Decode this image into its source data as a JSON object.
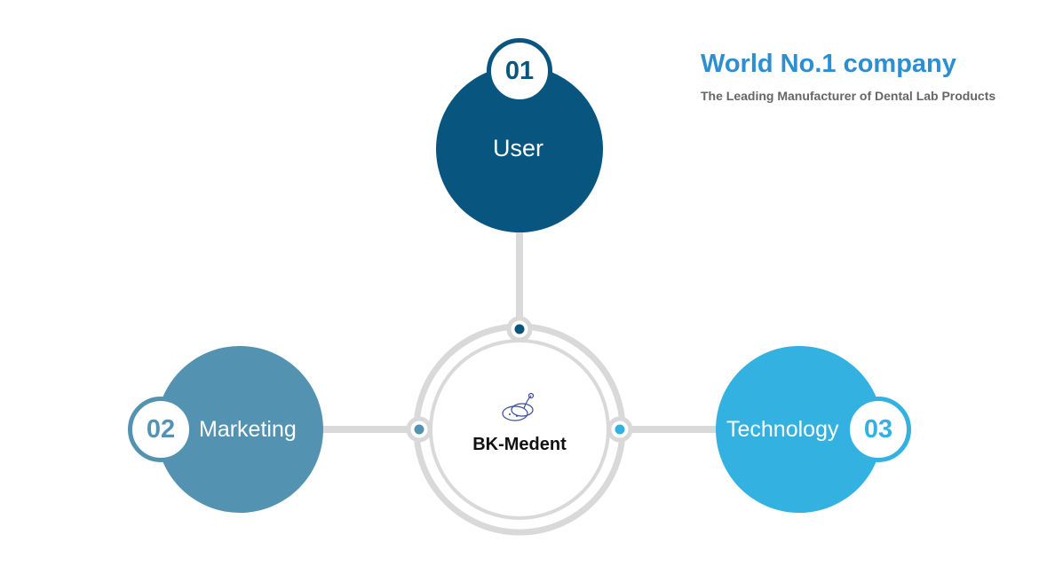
{
  "tagline": {
    "title": "World No.1 company",
    "subtitle": "The Leading Manufacturer of Dental Lab Products"
  },
  "center": {
    "name": "BK-Medent",
    "logo_icon": "dental-logo-icon"
  },
  "nodes": [
    {
      "number": "01",
      "label": "User",
      "color": "#08557f"
    },
    {
      "number": "02",
      "label": "Marketing",
      "color": "#5393b1"
    },
    {
      "number": "03",
      "label": "Technology",
      "color": "#33b1e0"
    }
  ],
  "colors": {
    "connector": "#d9d9d9",
    "ring": "#d9d9d9",
    "tagline": "#2b8fd1"
  }
}
